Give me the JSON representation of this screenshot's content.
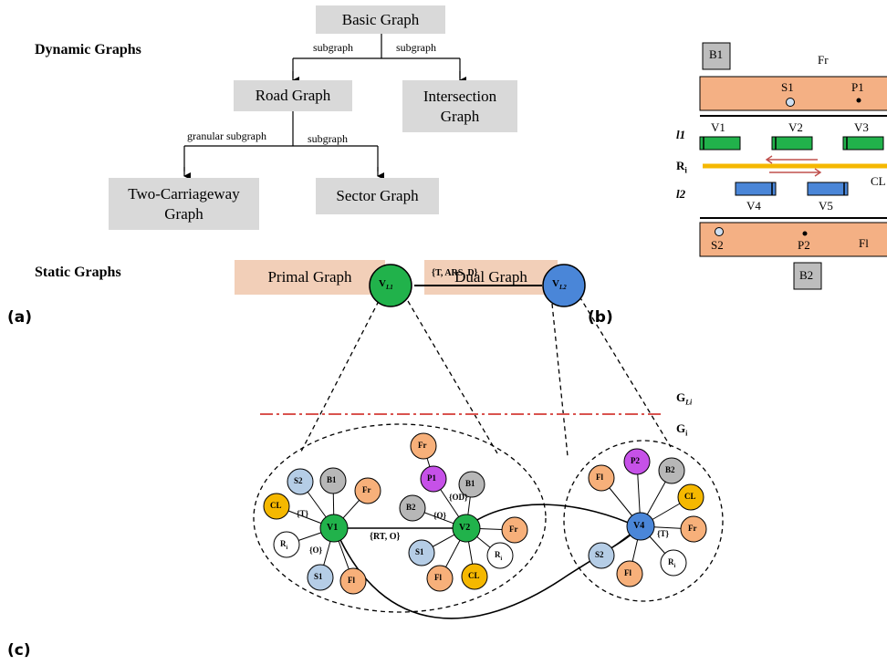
{
  "panel_a": {
    "letter": "(a)",
    "dynamic_label": "Dynamic Graphs",
    "static_label": "Static Graphs",
    "basic": "Basic Graph",
    "road": "Road Graph",
    "intersection": "Intersection Graph",
    "two_carriageway": "Two-Carriageway Graph",
    "sector": "Sector Graph",
    "primal": "Primal Graph",
    "dual": "Dual Graph",
    "edge_subgraph_1": "subgraph",
    "edge_subgraph_2": "subgraph",
    "edge_granular": "granular subgraph",
    "edge_subgraph_3": "subgraph"
  },
  "panel_b": {
    "letter": "(b)",
    "B1": "B1",
    "B2": "B2",
    "Fr": "Fr",
    "Fl": "Fl",
    "S1": "S1",
    "S2": "S2",
    "P1": "P1",
    "P2": "P2",
    "l1": "l1",
    "l2": "l2",
    "Ri": "Ri",
    "CL": "CL",
    "V1": "V1",
    "V2": "V2",
    "V3": "V3",
    "V4": "V4",
    "V5": "V5"
  },
  "panel_c": {
    "letter": "(c)",
    "GLi": "GLi",
    "Gi": "Gi",
    "top_edge": "{T, ARS, D}",
    "v_l1": "Vl1",
    "v_l2": "Vl2",
    "edge_v1_v2": "{RT, O}",
    "edge_T1": "{T}",
    "edge_O1": "{O}",
    "edge_O2": "{O}",
    "edge_OD": "{OD}",
    "edge_T2": "{T}",
    "nodes": {
      "S2": "S2",
      "B1": "B1",
      "Fr": "Fr",
      "CL": "CL",
      "V1": "V1",
      "Ri": "Ri",
      "S1": "S1",
      "Fl": "Fl",
      "P1": "P1",
      "B2": "B2",
      "V2": "V2",
      "P2": "P2",
      "V4": "V4"
    }
  },
  "colors": {
    "grey_box": "#d9d9d9",
    "static_box": "#f2cfb8",
    "frontage": "#f4b084",
    "green": "#21b24b",
    "blue": "#4a86d8",
    "yellow": "#f5b800",
    "orange_node": "#f7b07a",
    "purple": "#c651e8",
    "light_blue": "#b5cde6",
    "grey_node": "#b7b7b7",
    "red_dash": "#d9534f"
  }
}
